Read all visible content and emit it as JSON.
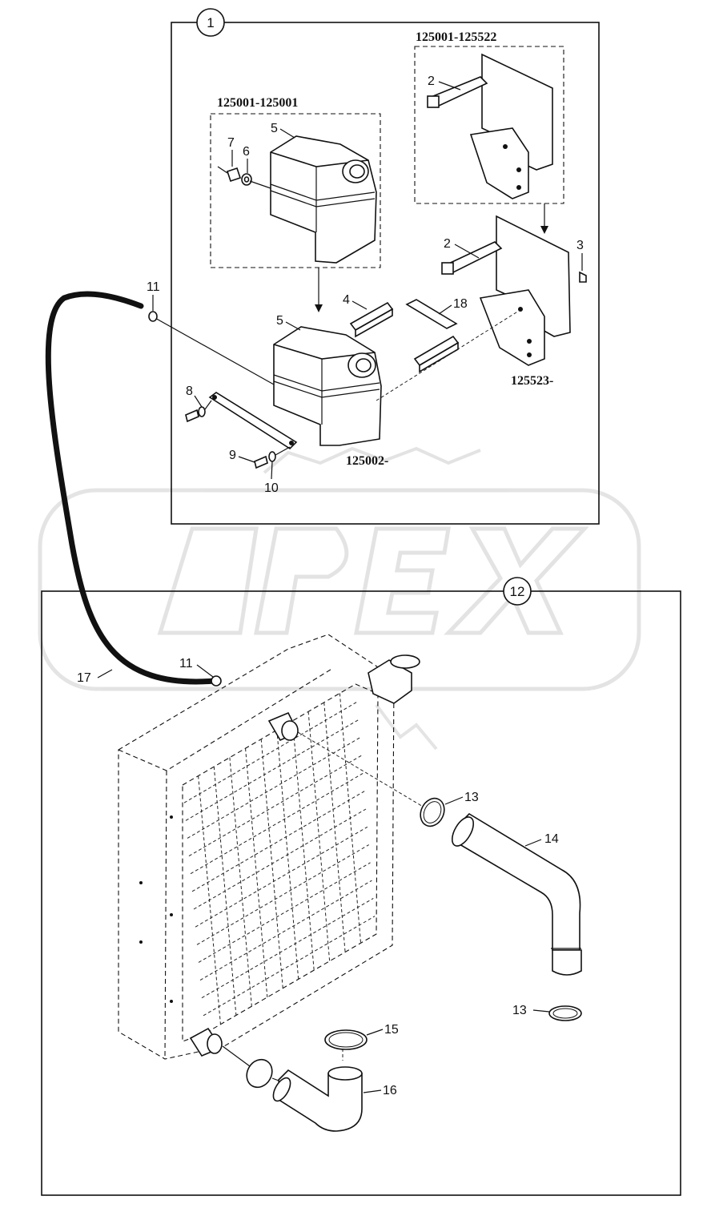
{
  "group1": {
    "number": "1"
  },
  "group12": {
    "number": "12"
  },
  "serial_ranges": {
    "bracket_old": "125001-125522",
    "tank_old": "125001-125001",
    "bracket_new": "125523-",
    "tank_new": "125002-"
  },
  "callouts": {
    "p2a": "2",
    "p2b": "2",
    "p3": "3",
    "p4": "4",
    "p5a": "5",
    "p5b": "5",
    "p6": "6",
    "p7": "7",
    "p8": "8",
    "p9": "9",
    "p10": "10",
    "p11a": "11",
    "p11b": "11",
    "p13a": "13",
    "p13b": "13",
    "p14": "14",
    "p15": "15",
    "p16": "16",
    "p17": "17",
    "p18": "18"
  },
  "watermark": {
    "text": "OPEX"
  }
}
